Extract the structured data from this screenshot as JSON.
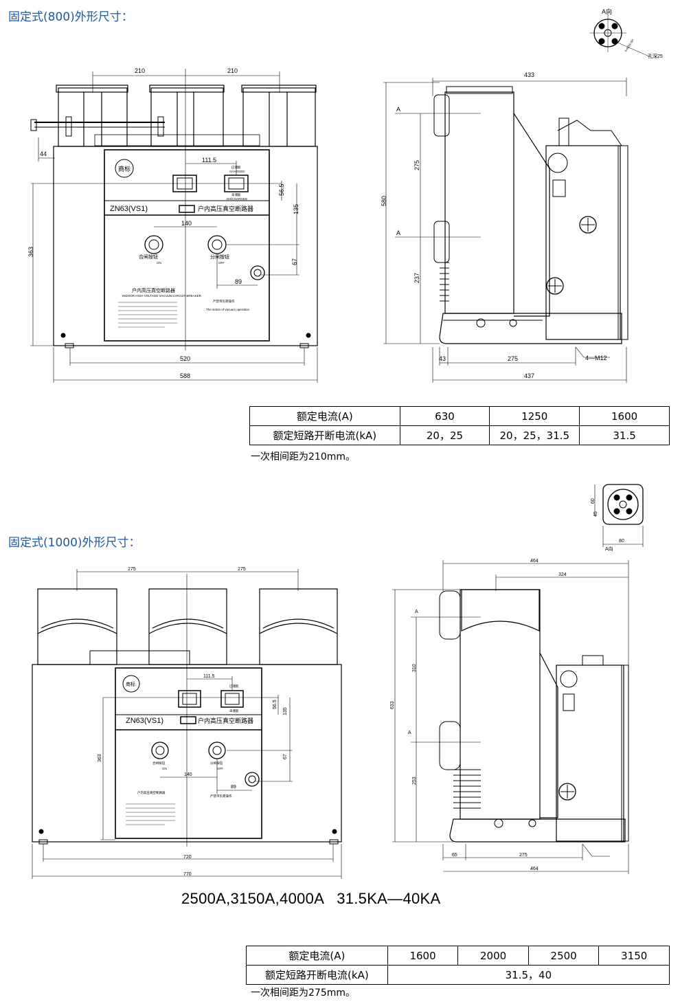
{
  "section1": {
    "heading": "固定式(800)外形尺寸：",
    "front": {
      "dims": {
        "pitch_left": "210",
        "pitch_right": "210",
        "offset_44": "44",
        "w_111_5": "111.5",
        "h_56_5": "56.5",
        "h_135": "135",
        "w_140": "140",
        "h_67": "67",
        "w_89": "89",
        "h_363": "363",
        "w_520": "520",
        "w_588": "588"
      },
      "panel": {
        "logo": "商标",
        "model": "ZN63(VS1)",
        "name": "户内高压真空断路器",
        "close_label": "合闸按钮",
        "close_en": "ON",
        "open_label": "分闸按钮",
        "open_en": "OFF",
        "plate_title": "户内高压真空断路器",
        "plate_subtitle": "INDOOR HIGH VOLTAGE VACUUM CIRCUIT BREAKER",
        "ind_left": "已储能",
        "ind_left_en": "CHARGED",
        "ind_right": "未储能",
        "ind_right_en": "DISCHARGED",
        "warning": "严禁带负荷操作",
        "warning_en": "The action of vacuum operation"
      }
    },
    "side": {
      "dims": {
        "w_433": "433",
        "h_580": "580",
        "h_275": "275",
        "h_237": "237",
        "w_43": "43",
        "w_275": "275",
        "w_437": "437",
        "bolt": "4—M12",
        "arrow_a_top": "A",
        "arrow_a_bottom": "A"
      }
    },
    "view_a": {
      "label": "A向",
      "depth": "孔深25",
      "spec": "4×M16-6H"
    },
    "table": {
      "row1_header": "额定电流(A)",
      "row1": [
        "630",
        "1250",
        "1600"
      ],
      "row2_header": "额定短路开断电流(kA)",
      "row2": [
        "20，25",
        "20，25，31.5",
        "31.5"
      ]
    },
    "note": "一次相间距为210mm。"
  },
  "section2": {
    "heading": "固定式(1000)外形尺寸：",
    "view_a": {
      "label": "A向",
      "w_80": "80",
      "h_60": "60",
      "h_45": "45"
    },
    "front": {
      "dims": {
        "pitch_left": "275",
        "pitch_right": "275",
        "w_111_5": "111.5",
        "h_56_5": "56.5",
        "h_135": "135",
        "w_140": "140",
        "h_67": "67",
        "w_89": "89",
        "h_363": "363",
        "w_720": "720",
        "w_770": "770"
      },
      "panel": {
        "logo": "商标",
        "model": "ZN63(VS1)",
        "name": "户内高压真空断路器",
        "close_label": "合闸按钮",
        "close_en": "ON",
        "open_label": "分闸按钮",
        "open_en": "OFF",
        "plate_title": "户内高压真空断路器",
        "ind_left": "已储能",
        "ind_right": "未储能",
        "warning": "严禁带负荷操作"
      }
    },
    "side": {
      "dims": {
        "w_464_top": "464",
        "w_324": "324",
        "h_633": "633",
        "h_310": "310",
        "h_253": "253",
        "w_65": "65",
        "w_275": "275",
        "w_464_bottom": "464",
        "arrow_a_top": "A",
        "arrow_a_bottom": "A"
      }
    },
    "rating": "2500A,3150A,4000A   31.5KA—40KA",
    "table": {
      "row1_header": "额定电流(A)",
      "row1": [
        "1600",
        "2000",
        "2500",
        "3150"
      ],
      "row2_header": "额定短路开断电流(kA)",
      "row2_value": "31.5，40"
    },
    "note": "一次相间距为275mm。"
  }
}
